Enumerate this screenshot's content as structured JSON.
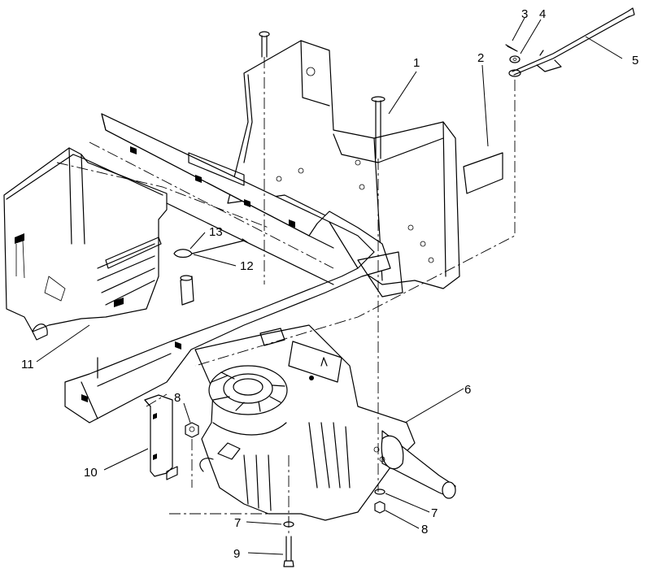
{
  "callouts": [
    {
      "label": "1"
    },
    {
      "label": "2"
    },
    {
      "label": "3"
    },
    {
      "label": "4"
    },
    {
      "label": "5"
    },
    {
      "label": "6"
    },
    {
      "label": "7"
    },
    {
      "label": "7"
    },
    {
      "label": "8"
    },
    {
      "label": "8"
    },
    {
      "label": "9"
    },
    {
      "label": "10"
    },
    {
      "label": "11"
    },
    {
      "label": "12"
    },
    {
      "label": "13"
    }
  ]
}
